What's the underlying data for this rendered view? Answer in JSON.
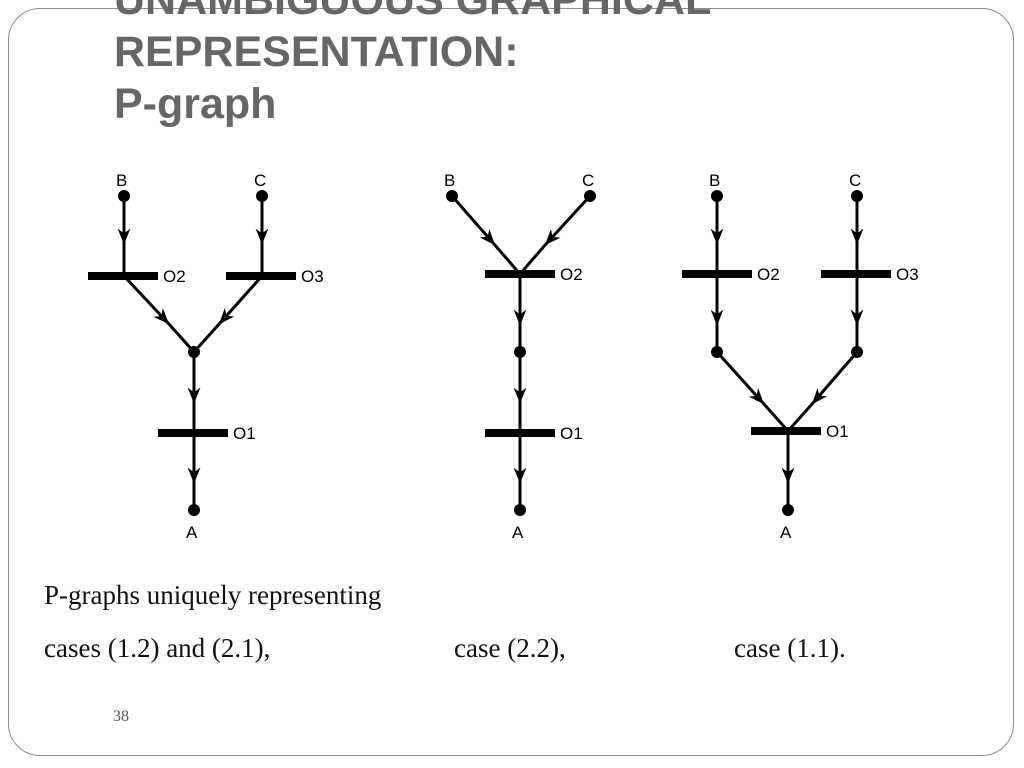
{
  "slide": {
    "title_line1": "UNAMBIGUOUS GRAPHICAL",
    "title_line2": "REPRESENTATION:",
    "title_line3": "P-graph",
    "caption_line1": "P-graphs uniquely representing",
    "caption_case_a": "cases (1.2) and (2.1),",
    "caption_case_b": "case (2.2),",
    "caption_case_c": "case (1.1).",
    "page_number": "38"
  },
  "graphs": [
    {
      "material_b": "B",
      "material_c": "C",
      "material_a": "A",
      "op_o2": "O2",
      "op_o3": "O3",
      "op_o1": "O1"
    },
    {
      "material_b": "B",
      "material_c": "C",
      "material_a": "A",
      "op_o2": "O2",
      "op_o1": "O1"
    },
    {
      "material_b": "B",
      "material_c": "C",
      "material_a": "A",
      "op_o2": "O2",
      "op_o3": "O3",
      "op_o1": "O1"
    }
  ],
  "colors": {
    "title": "#666666",
    "diagram": "#000000",
    "frame": "#8c8c8c"
  }
}
